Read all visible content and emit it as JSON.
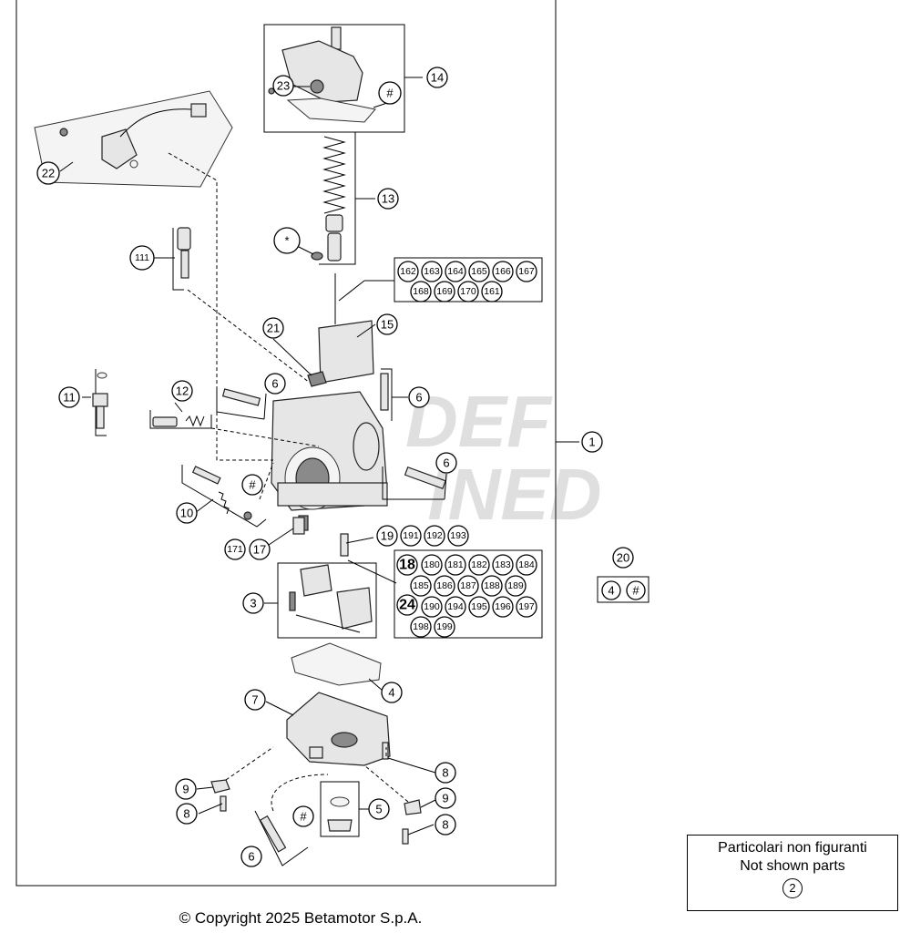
{
  "callouts": {
    "c1": "1",
    "c2": "2",
    "c3": "3",
    "c4": "4",
    "c4b": "4",
    "c5": "5",
    "c6a": "6",
    "c6b": "6",
    "c6c": "6",
    "c6d": "6",
    "c7": "7",
    "c8a": "8",
    "c8b": "8",
    "c8c": "8",
    "c9a": "9",
    "c9b": "9",
    "c10": "10",
    "c11": "11",
    "c12": "12",
    "c13": "13",
    "c14": "14",
    "c15": "15",
    "c17": "17",
    "c171": "171",
    "c18": "18",
    "c19": "19",
    "c20": "20",
    "c21": "21",
    "c22": "22",
    "c23": "23",
    "c24": "24",
    "c111": "111",
    "star": "*",
    "hash1": "#",
    "hash2": "#",
    "hash3": "#",
    "hash4": "#"
  },
  "group_162": [
    "162",
    "163",
    "164",
    "165",
    "166",
    "167",
    "168",
    "169",
    "170",
    "161"
  ],
  "group_19": [
    "191",
    "192",
    "193"
  ],
  "group_18": [
    "180",
    "181",
    "182",
    "183",
    "184",
    "185",
    "186",
    "187",
    "188",
    "189",
    "190",
    "194",
    "195",
    "196",
    "197",
    "198",
    "199"
  ],
  "not_shown": {
    "line1": "Particolari non figuranti",
    "line2": "Not shown parts",
    "ref": "2"
  },
  "copyright": "© Copyright 2025 Betamotor S.p.A.",
  "watermark": "DEFINED"
}
